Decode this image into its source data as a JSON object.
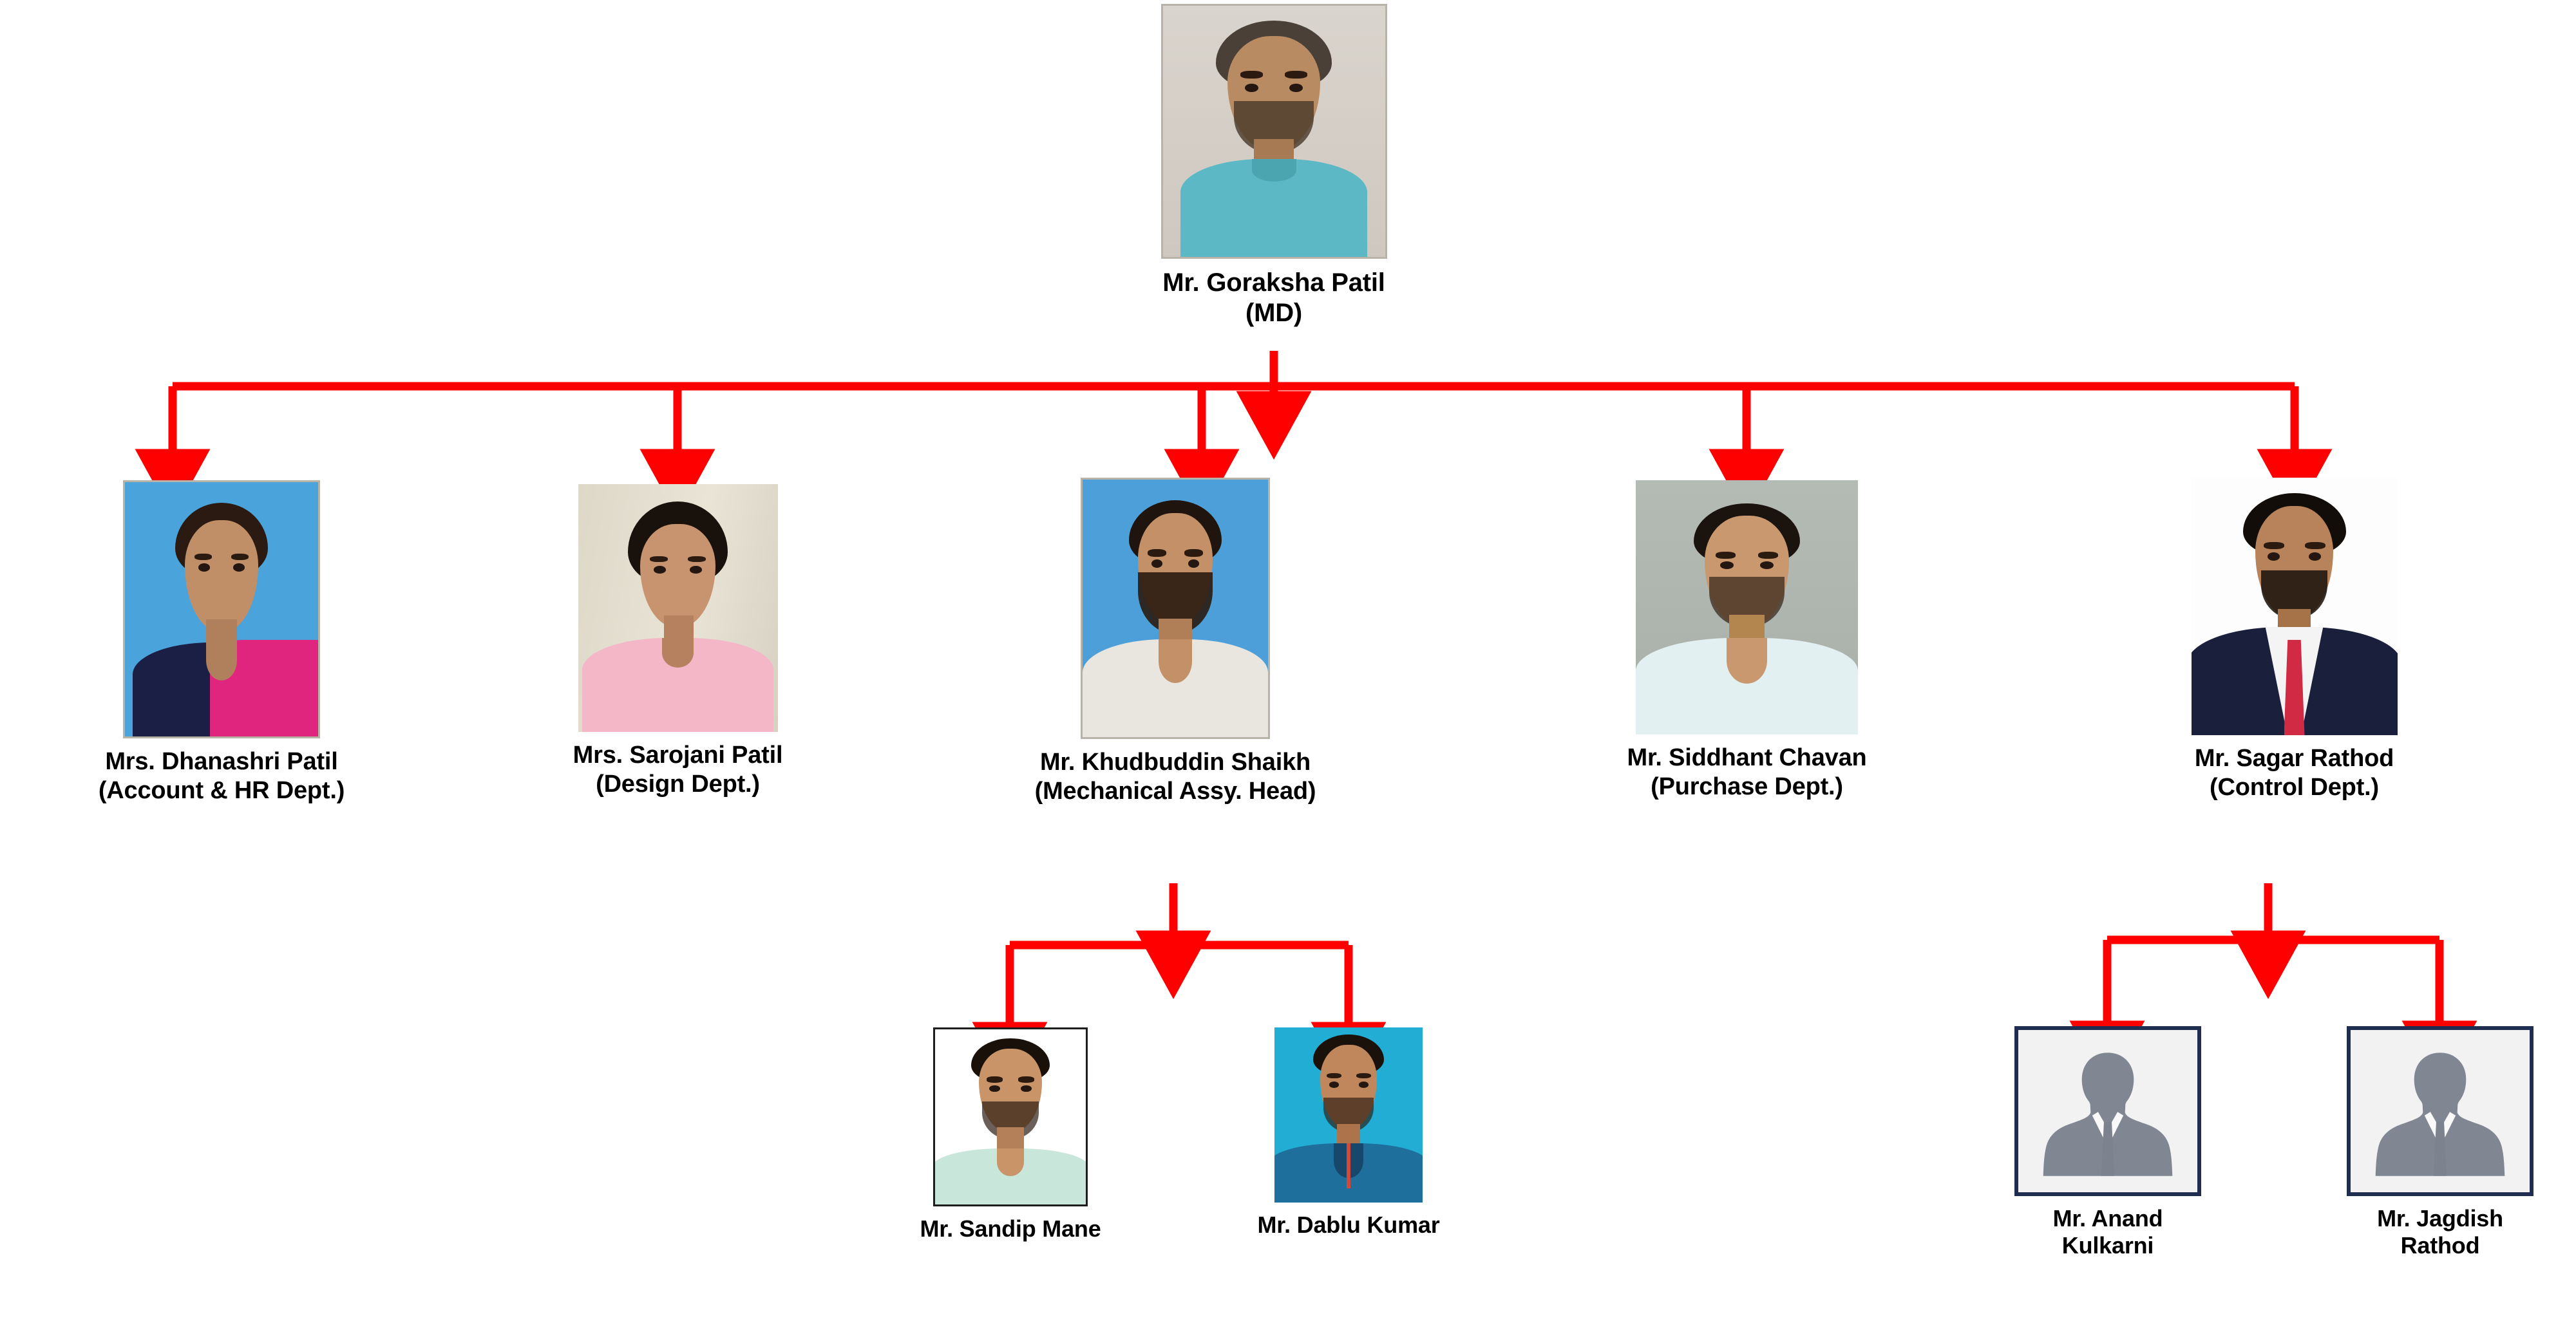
{
  "chart": {
    "type": "org-chart",
    "title": "",
    "connector_color": "#FF0000",
    "text_color": "#000000",
    "background": "#FFFFFF",
    "levels": 3
  },
  "root": {
    "id": "goraksha-patil",
    "name": "Mr. Goraksha Patil (MD)",
    "label": "Mr. Goraksha Patil (MD)",
    "photo_alt": "portrait-goraksha-patil"
  },
  "managers": [
    {
      "id": "dhanashri-patil",
      "name": "Mrs. Dhanashri Patil",
      "department": "(Account & HR Dept.)",
      "label": "Mrs. Dhanashri Patil\n(Account & HR Dept.)",
      "photo_alt": "portrait-dhanashri-patil"
    },
    {
      "id": "sarojani-patil",
      "name": "Mrs. Sarojani Patil",
      "department": "(Design Dept.)",
      "label": "Mrs. Sarojani Patil\n(Design Dept.)",
      "photo_alt": "portrait-sarojani-patil"
    },
    {
      "id": "khudbuddin-shaikh",
      "name": "Mr. Khudbuddin Shaikh",
      "department": "(Mechanical Assy. Head)",
      "label": "Mr. Khudbuddin Shaikh\n(Mechanical Assy. Head)",
      "photo_alt": "portrait-khudbuddin-shaikh"
    },
    {
      "id": "siddhant-chavan",
      "name": "Mr. Siddhant Chavan",
      "department": "(Purchase Dept.)",
      "label": "Mr. Siddhant Chavan\n(Purchase Dept.)",
      "photo_alt": "portrait-siddhant-chavan"
    },
    {
      "id": "sagar-rathod",
      "name": "Mr. Sagar Rathod",
      "department": "(Control Dept.)",
      "label": "Mr. Sagar Rathod\n(Control Dept.)",
      "photo_alt": "portrait-sagar-rathod"
    }
  ],
  "reports_mechanical": [
    {
      "id": "sandip-mane",
      "name": "Mr. Sandip Mane",
      "label": "Mr. Sandip Mane",
      "photo_alt": "portrait-sandip-mane",
      "reports_to": "khudbuddin-shaikh"
    },
    {
      "id": "dablu-kumar",
      "name": "Mr. Dablu Kumar",
      "label": "Mr. Dablu Kumar",
      "photo_alt": "portrait-dablu-kumar",
      "reports_to": "khudbuddin-shaikh"
    }
  ],
  "reports_control": [
    {
      "id": "anand-kulkarni",
      "name": "Mr. Anand Kulkarni",
      "label": "Mr. Anand\nKulkarni",
      "photo_alt": "placeholder-avatar-anand-kulkarni",
      "reports_to": "sagar-rathod"
    },
    {
      "id": "jagdish-rathod",
      "name": "Mr. Jagdish Rathod",
      "label": "Mr. Jagdish\nRathod",
      "photo_alt": "placeholder-avatar-jagdish-rathod",
      "reports_to": "sagar-rathod"
    }
  ]
}
